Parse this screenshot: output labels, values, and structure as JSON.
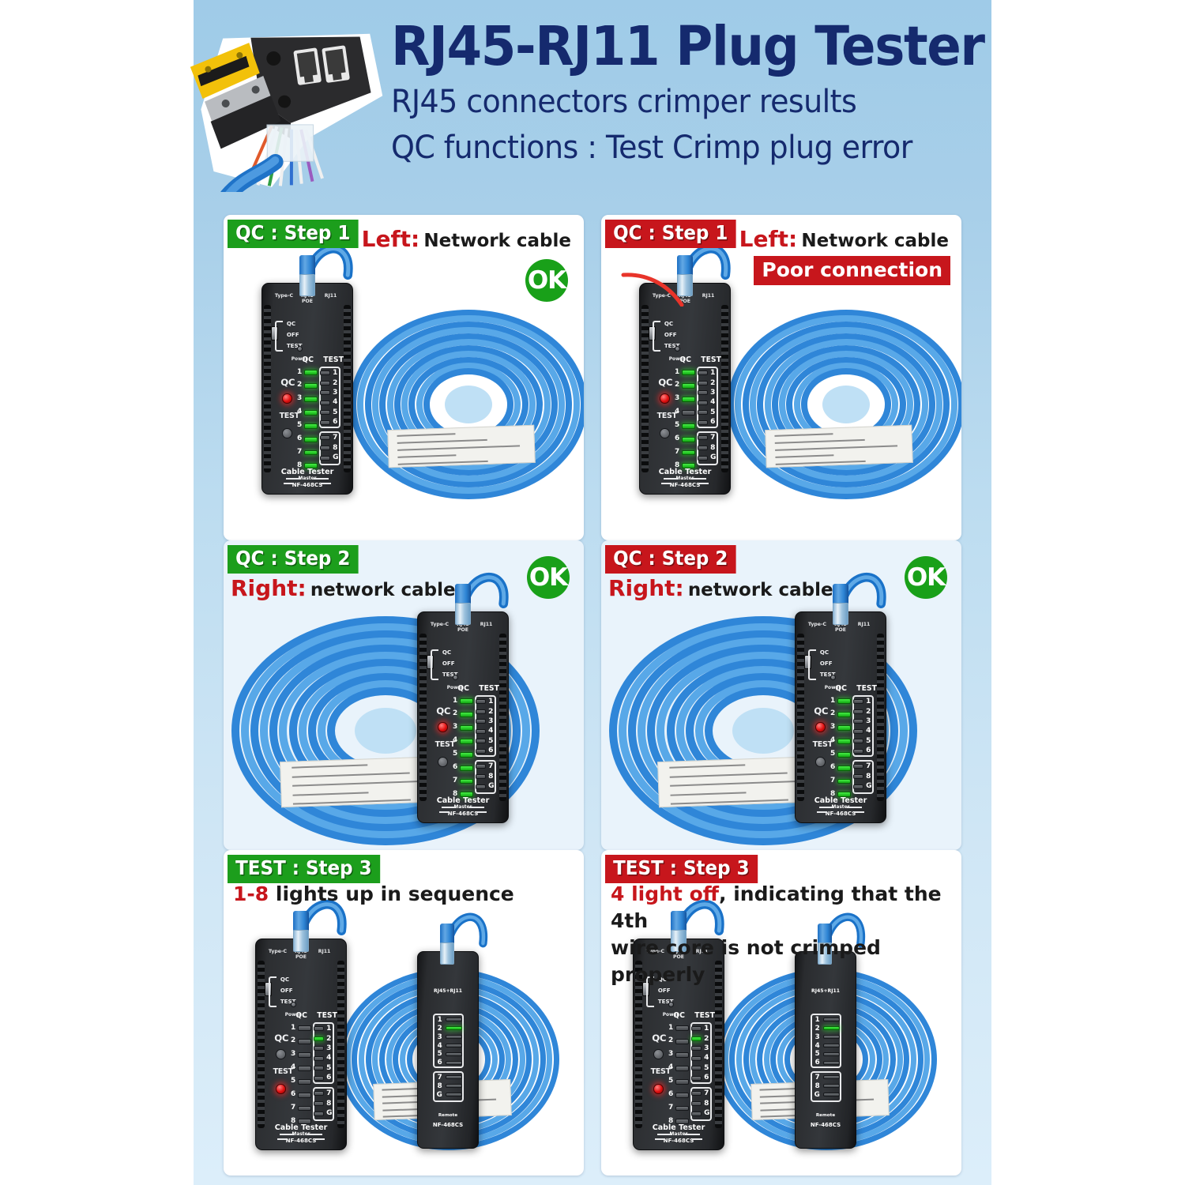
{
  "header": {
    "title": "RJ45-RJ11 Plug Tester",
    "subtitle_line1": "RJ45 connectors crimper results",
    "subtitle_line2": "QC functions :  Test Crimp plug error",
    "title_color": "#152a6e",
    "background_color": "#a8cfe9",
    "crimper_icon": "rj45-crimper-tool-icon"
  },
  "colors": {
    "green": "#1c9e1c",
    "red": "#c7161c",
    "ok_green": "#19a019",
    "panel_white": "#ffffff",
    "panel_tinted": "#e9f3fb",
    "led_green": "#2ecc2e",
    "led_red": "#e01010",
    "led_off": "#5a5d61"
  },
  "device": {
    "port_labels": {
      "left": "Type-C",
      "center_top": "RJ45",
      "center_bottom": "POE",
      "right": "RJ11"
    },
    "switch_positions": [
      "QC",
      "OFF",
      "TEST"
    ],
    "power_label": "Power",
    "qc_label": "QC",
    "test_label": "TEST",
    "qc_column_header": "QC",
    "test_column_header": "TEST",
    "qc_numbers": [
      "1",
      "2",
      "3",
      "4",
      "5",
      "6",
      "7",
      "8"
    ],
    "test_numbers": [
      "1",
      "2",
      "3",
      "4",
      "5",
      "6"
    ],
    "test_ground_numbers": [
      "7",
      "8",
      "G"
    ],
    "brand_name": "Cable Tester",
    "brand_role": "Master",
    "brand_model": "NF-468CS"
  },
  "remote": {
    "port_label": "RJ45+RJ11",
    "numbers": [
      "1",
      "2",
      "3",
      "4",
      "5",
      "6"
    ],
    "ground_numbers": [
      "7",
      "8",
      "G"
    ],
    "brand_role": "Remote",
    "brand_model": "NF-468CS"
  },
  "panels": [
    {
      "id": "step1-ok",
      "badge": {
        "text": "QC : Step 1",
        "style": "green"
      },
      "caption_top_right": {
        "strong": "Left:",
        "normal": "Network cable"
      },
      "ok_badge": "OK",
      "poor_banner": null,
      "panel_fill": "white",
      "qc_leds": [
        true,
        true,
        true,
        true,
        true,
        true,
        true,
        true
      ],
      "test_leds": [
        false,
        false,
        false,
        false,
        false,
        false
      ],
      "test_ground_leds": [
        false,
        false,
        false
      ],
      "qc_indicator_on": true,
      "test_indicator_on": false,
      "has_remote": false,
      "has_coil": true,
      "has_red_wire": false
    },
    {
      "id": "step1-poor",
      "badge": {
        "text": "QC : Step 1",
        "style": "red"
      },
      "caption_top_right": {
        "strong": "Left:",
        "normal": "Network cable"
      },
      "ok_badge": null,
      "poor_banner": "Poor connection",
      "panel_fill": "white",
      "qc_leds": [
        true,
        true,
        true,
        false,
        true,
        true,
        true,
        true
      ],
      "test_leds": [
        false,
        false,
        false,
        false,
        false,
        false
      ],
      "test_ground_leds": [
        false,
        false,
        false
      ],
      "qc_indicator_on": true,
      "test_indicator_on": false,
      "has_remote": false,
      "has_coil": true,
      "has_red_wire": true
    },
    {
      "id": "step2-left",
      "badge": {
        "text": "QC : Step 2",
        "style": "green"
      },
      "caption_left": {
        "strong": "Right:",
        "normal": "network cable"
      },
      "ok_badge": "OK",
      "poor_banner": null,
      "panel_fill": "tinted",
      "qc_leds": [
        true,
        true,
        true,
        true,
        true,
        true,
        true,
        true
      ],
      "test_leds": [
        false,
        false,
        false,
        false,
        false,
        false
      ],
      "test_ground_leds": [
        false,
        false,
        false
      ],
      "qc_indicator_on": true,
      "test_indicator_on": false,
      "has_remote": false,
      "has_coil": true,
      "has_red_wire": false
    },
    {
      "id": "step2-right",
      "badge": {
        "text": "QC : Step 2",
        "style": "red"
      },
      "caption_left": {
        "strong": "Right:",
        "normal": "network cable"
      },
      "ok_badge": "OK",
      "poor_banner": null,
      "panel_fill": "tinted",
      "qc_leds": [
        true,
        true,
        true,
        true,
        true,
        true,
        true,
        true
      ],
      "test_leds": [
        false,
        false,
        false,
        false,
        false,
        false
      ],
      "test_ground_leds": [
        false,
        false,
        false
      ],
      "qc_indicator_on": true,
      "test_indicator_on": false,
      "has_remote": false,
      "has_coil": true,
      "has_red_wire": false
    },
    {
      "id": "step3-left",
      "badge": {
        "text": "TEST : Step 3",
        "style": "green"
      },
      "caption_lines": [
        [
          {
            "t": "1-8",
            "c": "red"
          },
          {
            "t": " lights up in sequence",
            "c": "black"
          }
        ]
      ],
      "ok_badge": null,
      "poor_banner": null,
      "panel_fill": "white",
      "qc_leds": [
        false,
        false,
        false,
        false,
        false,
        false,
        false,
        false
      ],
      "test_leds": [
        false,
        true,
        false,
        false,
        false,
        false
      ],
      "test_ground_leds": [
        false,
        false,
        false
      ],
      "qc_indicator_on": false,
      "test_indicator_on": true,
      "has_remote": true,
      "remote_leds": [
        false,
        true,
        false,
        false,
        false,
        false
      ],
      "remote_ground_leds": [
        false,
        false,
        false
      ],
      "has_coil": true,
      "has_red_wire": false
    },
    {
      "id": "step3-right",
      "badge": {
        "text": "TEST : Step 3",
        "style": "red"
      },
      "caption_lines": [
        [
          {
            "t": "4 light off",
            "c": "red"
          },
          {
            "t": ", indicating that the 4th",
            "c": "black"
          }
        ],
        [
          {
            "t": "wire core is not crimped properly",
            "c": "black"
          }
        ]
      ],
      "ok_badge": null,
      "poor_banner": null,
      "panel_fill": "white",
      "qc_leds": [
        false,
        false,
        false,
        false,
        false,
        false,
        false,
        false
      ],
      "test_leds": [
        false,
        true,
        false,
        false,
        false,
        false
      ],
      "test_ground_leds": [
        false,
        false,
        false
      ],
      "qc_indicator_on": false,
      "test_indicator_on": true,
      "has_remote": true,
      "remote_leds": [
        false,
        true,
        false,
        false,
        false,
        false
      ],
      "remote_ground_leds": [
        false,
        false,
        false
      ],
      "has_coil": true,
      "has_red_wire": false
    }
  ]
}
